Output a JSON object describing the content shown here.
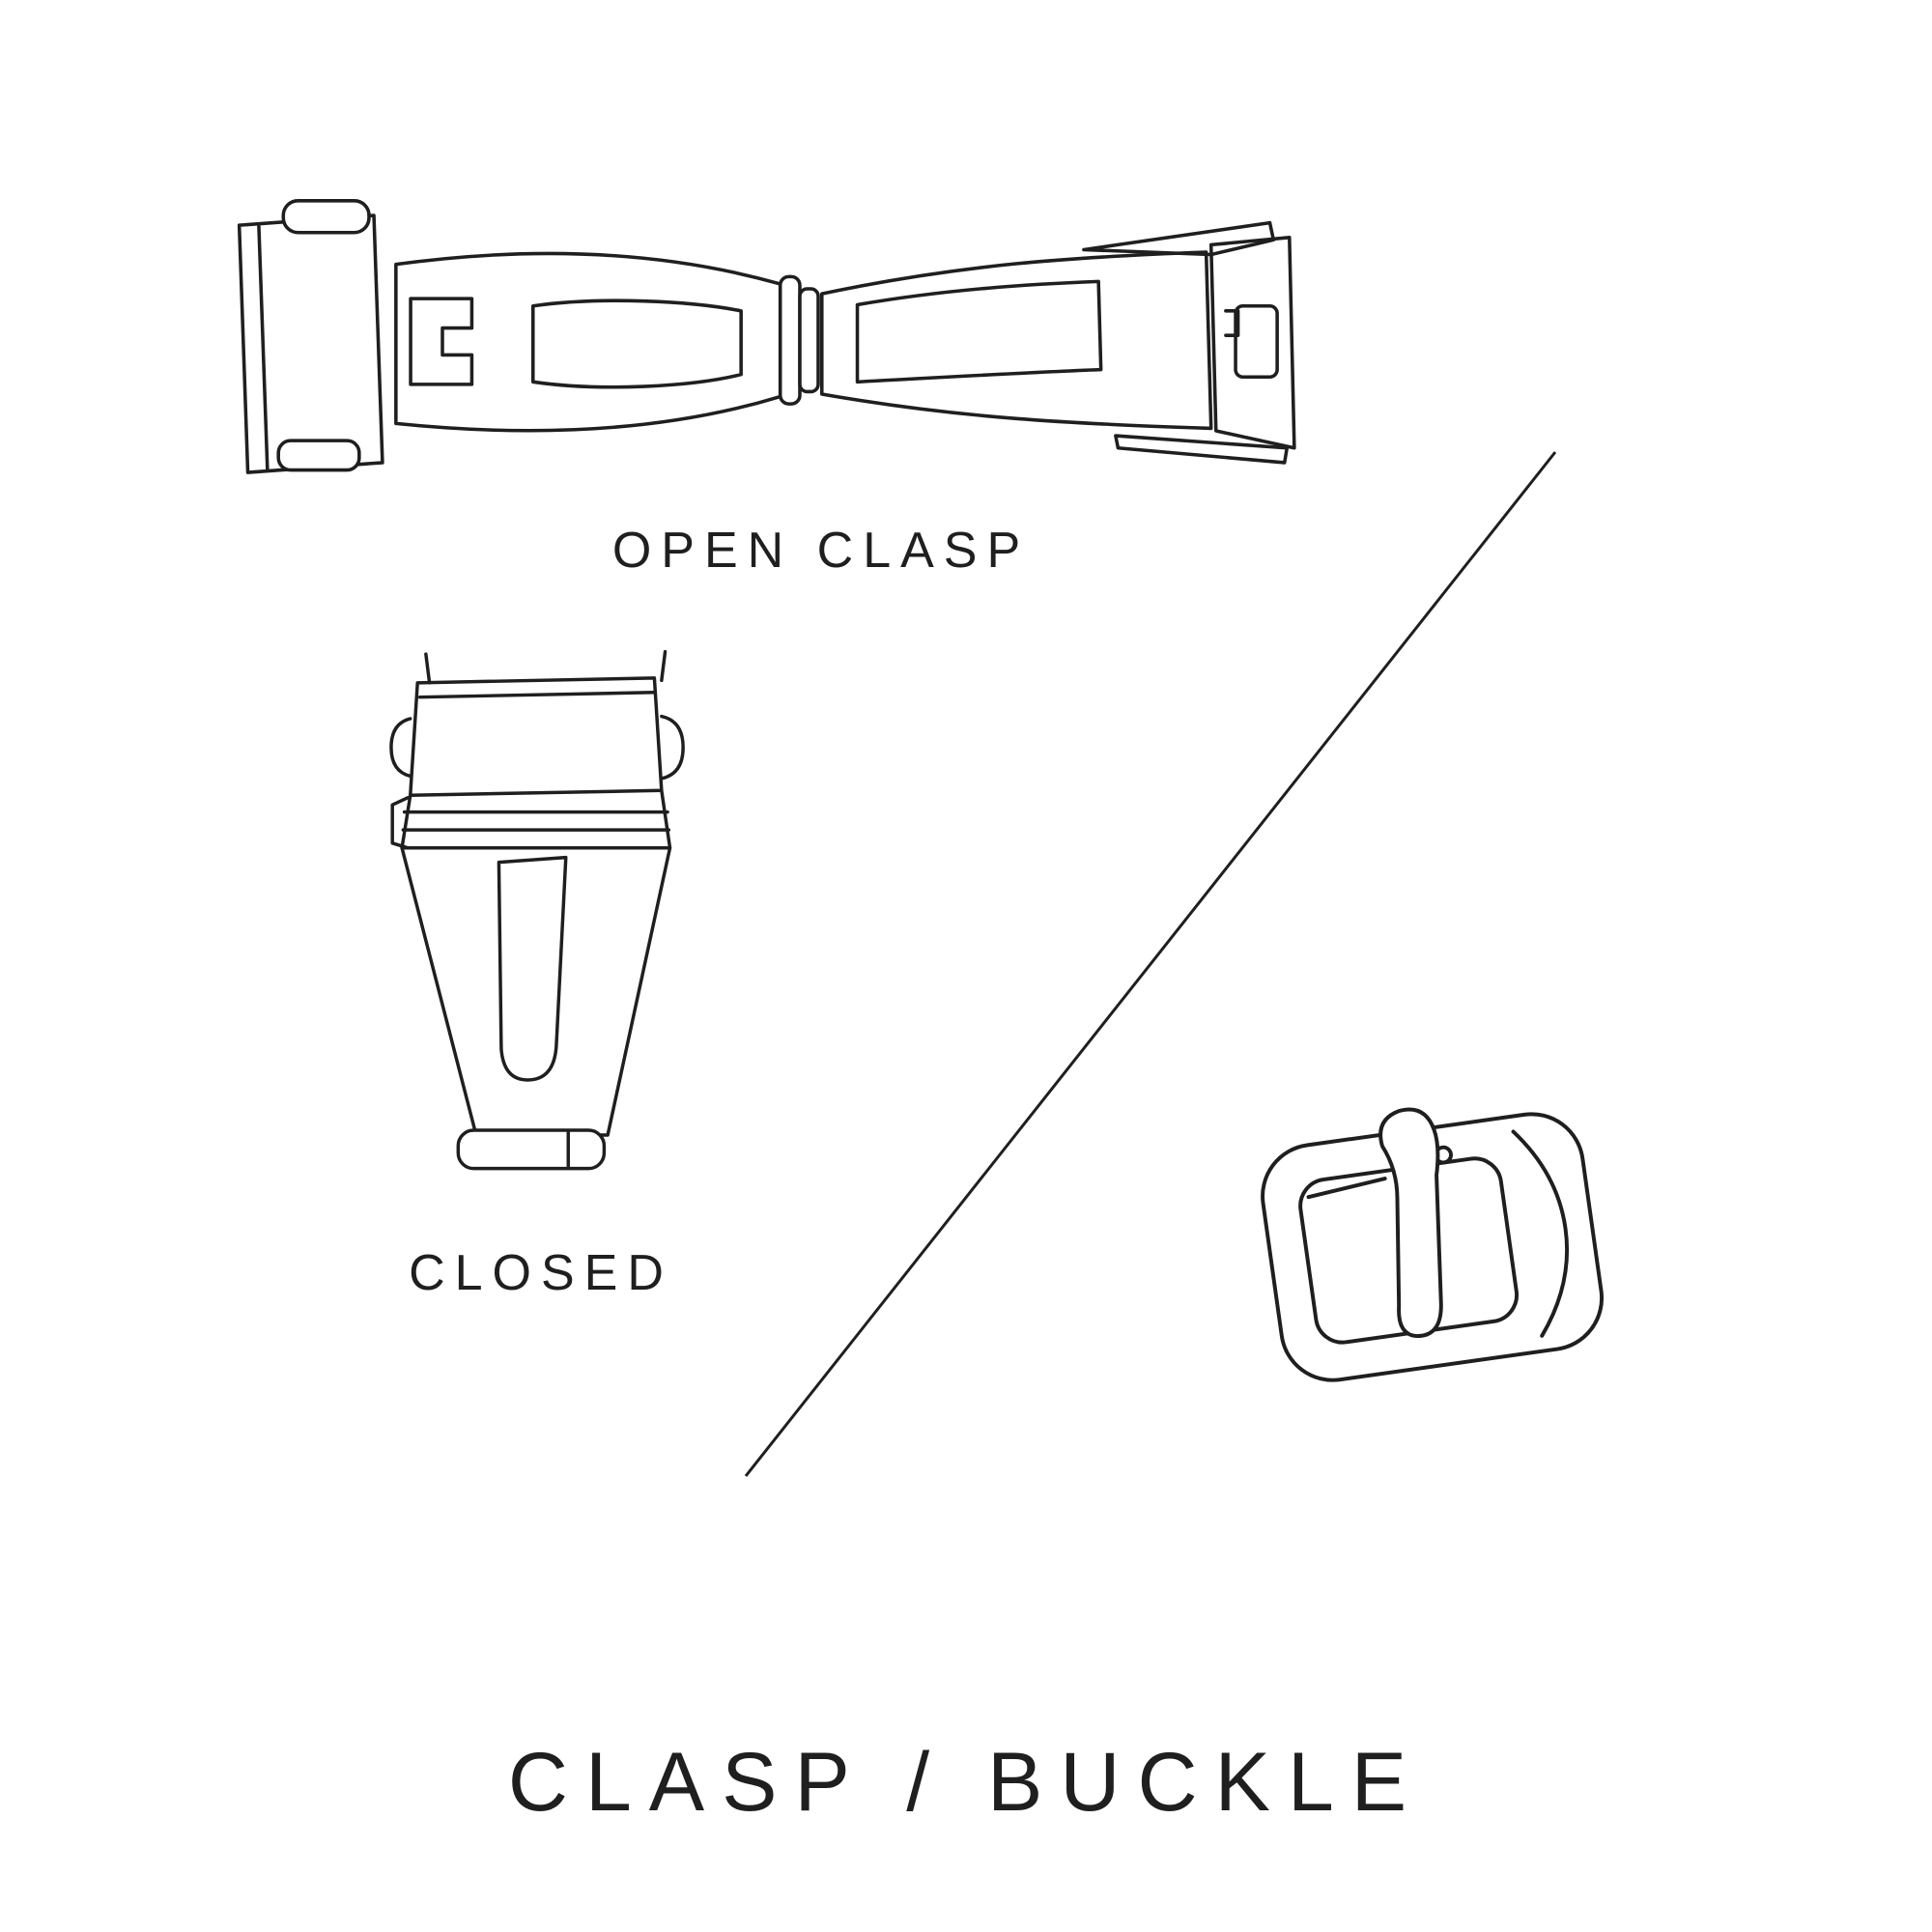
{
  "page": {
    "background_color": "#ffffff",
    "line_color": "#1f1f1f",
    "title": "CLASP / BUCKLE"
  },
  "figures": {
    "open_clasp": {
      "label": "OPEN CLASP"
    },
    "closed_clasp": {
      "label": "CLOSED"
    },
    "tang_buckle": {
      "label": ""
    }
  }
}
